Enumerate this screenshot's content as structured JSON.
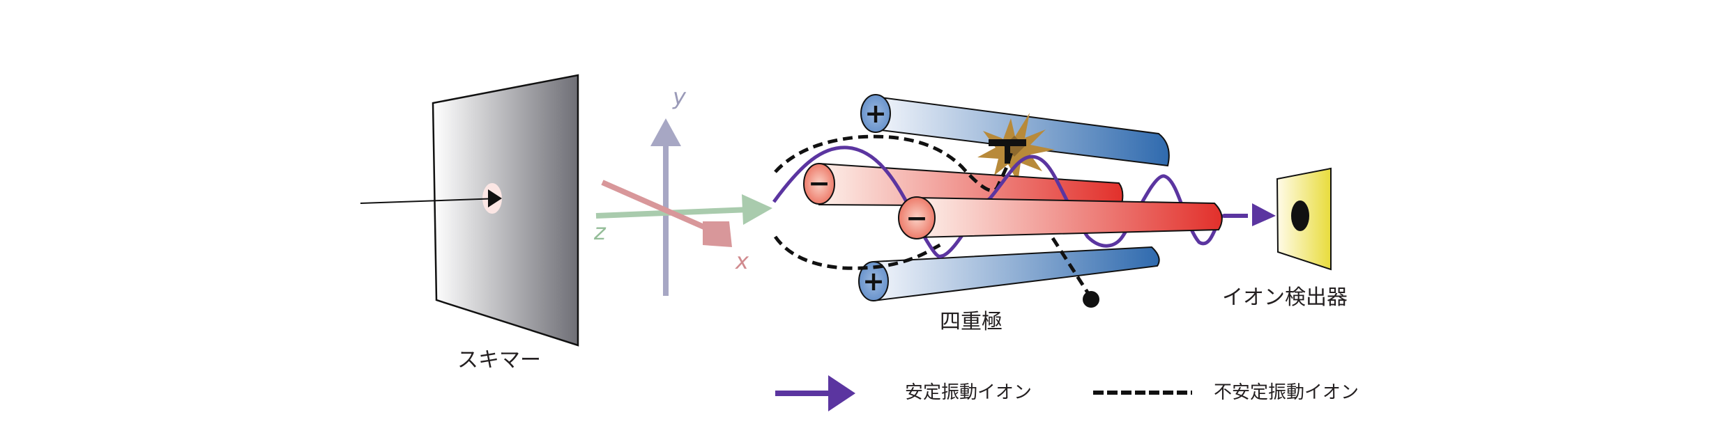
{
  "labels": {
    "skimmer": "スキマー",
    "quadrupole": "四重極",
    "detector": "イオン検出器"
  },
  "axes": {
    "x": {
      "label": "x",
      "color": "#d08a8e"
    },
    "y": {
      "label": "y",
      "color": "#9a9ab8"
    },
    "z": {
      "label": "z",
      "color": "#94bd98"
    }
  },
  "rods": [
    {
      "position": "top-back",
      "polarity": "+",
      "color": "#3a72b0"
    },
    {
      "position": "middle-back",
      "polarity": "−",
      "color": "#e03a32"
    },
    {
      "position": "middle-front",
      "polarity": "−",
      "color": "#e03a32"
    },
    {
      "position": "bottom-front",
      "polarity": "+",
      "color": "#3a72b0"
    }
  ],
  "legend": [
    {
      "style": "solid-arrow",
      "label": "安定振動イオン",
      "color": "#5b35a0"
    },
    {
      "style": "dashed",
      "label": "不安定振動イオン",
      "color": "#111111"
    }
  ],
  "colors": {
    "stable_ion": "#5b35a0",
    "unstable_ion": "#111111",
    "collision_burst": "#b88a3a",
    "detector_face": "#ece04a"
  }
}
